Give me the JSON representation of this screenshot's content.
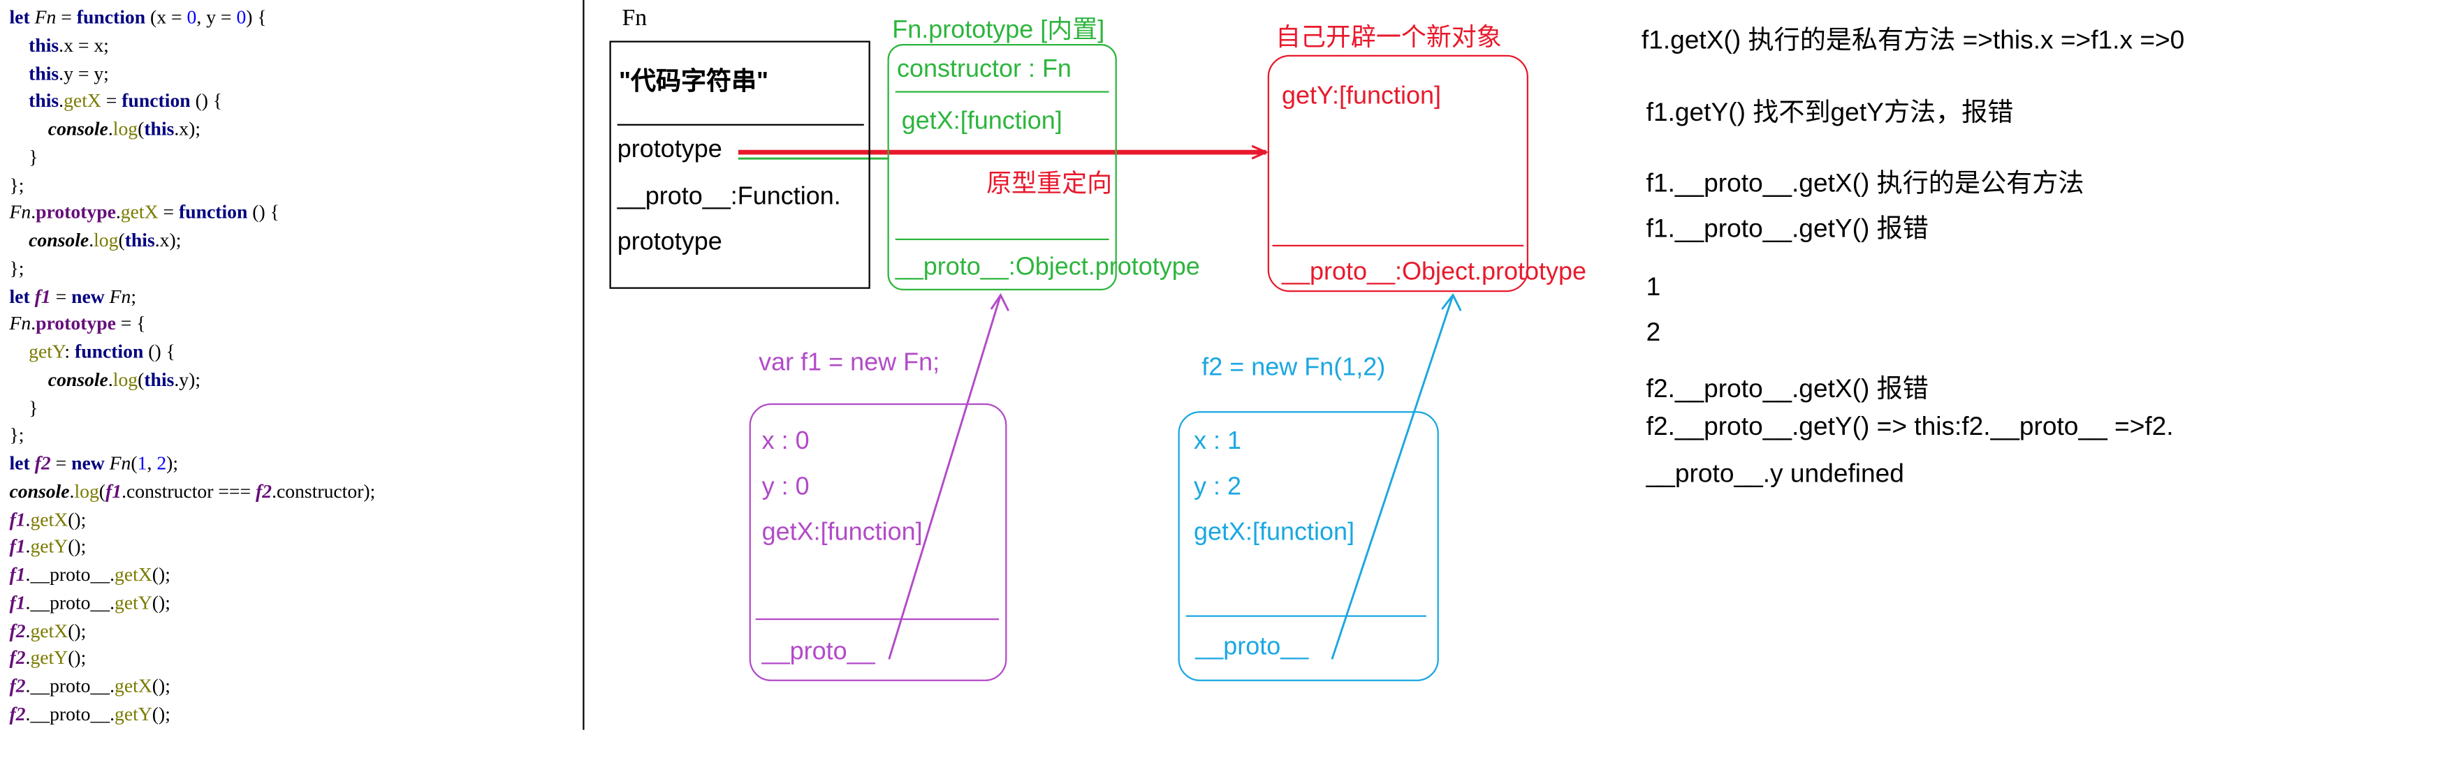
{
  "code": {
    "lines": [
      "let Fn = function (x = 0, y = 0) {",
      "    this.x = x;",
      "    this.y = y;",
      "    this.getX = function () {",
      "        console.log(this.x);",
      "    }",
      "};",
      "Fn.prototype.getX = function () {",
      "    console.log(this.x);",
      "};",
      "let f1 = new Fn;",
      "Fn.prototype = {",
      "    getY: function () {",
      "        console.log(this.y);",
      "    }",
      "};",
      "let f2 = new Fn(1, 2);",
      "console.log(f1.constructor === f2.constructor);",
      "f1.getX();",
      "f1.getY();",
      "f1.__proto__.getX();",
      "f1.__proto__.getY();",
      "f2.getX();",
      "f2.getY();",
      "f2.__proto__.getX();",
      "f2.__proto__.getY();"
    ]
  },
  "diagram": {
    "fn_label": "Fn",
    "fn_box": {
      "code_string": "\"代码字符串\"",
      "prototype": "prototype",
      "proto_line1": "__proto__:Function.",
      "proto_line2": "prototype"
    },
    "builtin_prototype": {
      "title": "Fn.prototype [内置]",
      "constructor": "constructor : Fn",
      "getX": "getX:[function]",
      "proto": "__proto__:Object.prototype"
    },
    "new_object": {
      "title": "自己开辟一个新对象",
      "getY": "getY:[function]",
      "proto": "__proto__:Object.prototype"
    },
    "redirect_label": "原型重定向",
    "f1": {
      "title": "var f1 = new Fn;",
      "x": "x : 0",
      "y": "y : 0",
      "getX": "getX:[function]",
      "proto": "__proto__"
    },
    "f2": {
      "title": "f2 = new Fn(1,2)",
      "x": "x : 1",
      "y": "y : 2",
      "getX": "getX:[function]",
      "proto": "__proto__"
    },
    "colors": {
      "green": "#2db53d",
      "red": "#e8192c",
      "purple": "#b24ac8",
      "blue": "#1aa7e1",
      "code_keyword": "#000080",
      "code_method": "#7a7a00",
      "code_number": "#0000ff",
      "code_variable": "#660e7a"
    }
  },
  "notes": {
    "n1": "f1.getX()  执行的是私有方法   =>this.x  =>f1.x  =>0",
    "n2": "f1.getY() 找不到getY方法，报错",
    "n3": "f1.__proto__.getX() 执行的是公有方法",
    "n4": "f1.__proto__.getY() 报错",
    "n5": "1",
    "n6": "2",
    "n7": "f2.__proto__.getX() 报错",
    "n8": "f2.__proto__.getY()    => this:f2.__proto__   =>f2.",
    "n9": "__proto__.y  undefined"
  }
}
